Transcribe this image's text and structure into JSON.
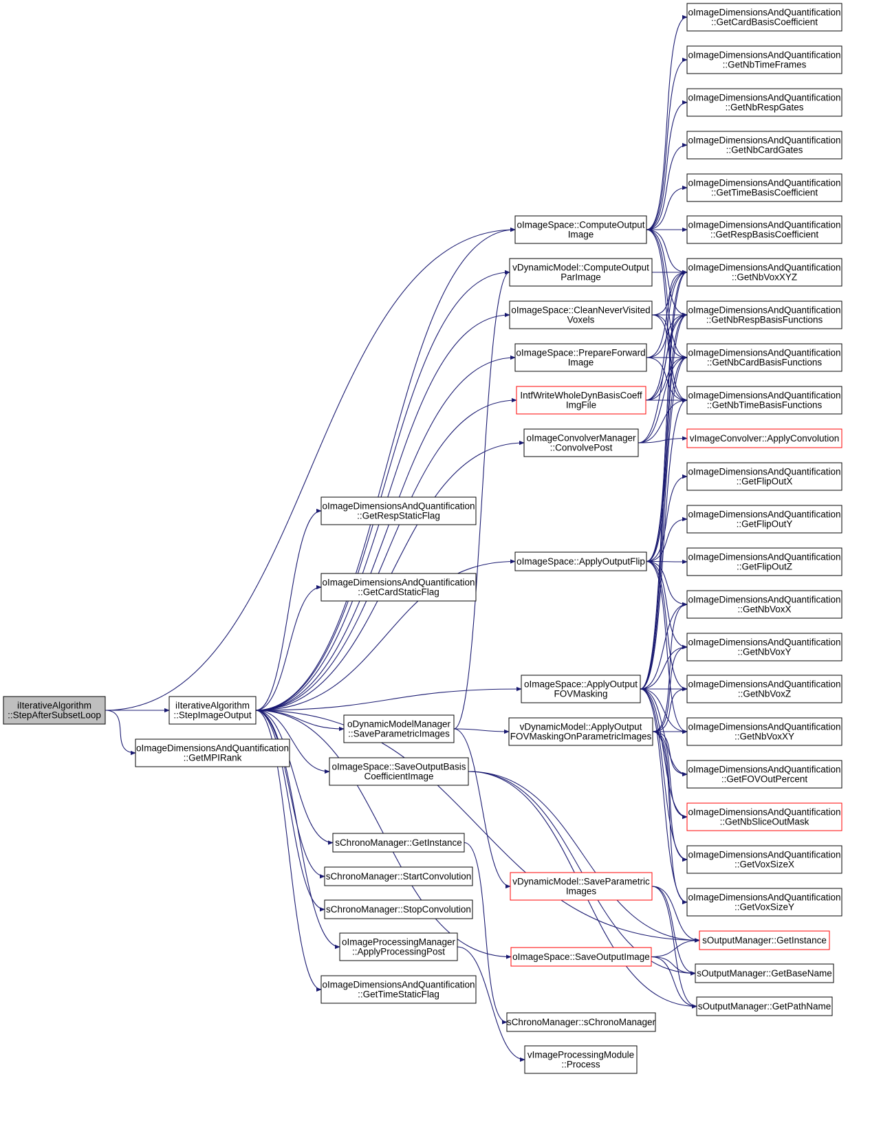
{
  "colors": {
    "edge": "#191970",
    "node_border": "#000000",
    "node_border_truncated": "#ff0000",
    "root_fill": "#bfbfbf",
    "node_fill": "#ffffff"
  },
  "nodes": [
    {
      "id": "root",
      "lines": [
        "iIterativeAlgorithm",
        "::StepAfterSubsetLoop"
      ],
      "kind": "root"
    },
    {
      "id": "stepimg",
      "lines": [
        "iIterativeAlgorithm",
        "::StepImageOutput"
      ],
      "kind": "normal"
    },
    {
      "id": "mpirank",
      "lines": [
        "oImageDimensionsAndQuantification",
        "::GetMPIRank"
      ],
      "kind": "normal"
    },
    {
      "id": "respstatic",
      "lines": [
        "oImageDimensionsAndQuantification",
        "::GetRespStaticFlag"
      ],
      "kind": "normal"
    },
    {
      "id": "cardstatic",
      "lines": [
        "oImageDimensionsAndQuantification",
        "::GetCardStaticFlag"
      ],
      "kind": "normal"
    },
    {
      "id": "dmm_save",
      "lines": [
        "oDynamicModelManager",
        "::SaveParametricImages"
      ],
      "kind": "normal"
    },
    {
      "id": "saveobc",
      "lines": [
        "oImageSpace::SaveOutputBasis",
        "CoefficientImage"
      ],
      "kind": "normal"
    },
    {
      "id": "chrono_inst",
      "lines": [
        "sChronoManager::GetInstance"
      ],
      "kind": "normal"
    },
    {
      "id": "chrono_start",
      "lines": [
        "sChronoManager::StartConvolution"
      ],
      "kind": "normal"
    },
    {
      "id": "chrono_stop",
      "lines": [
        "sChronoManager::StopConvolution"
      ],
      "kind": "normal"
    },
    {
      "id": "ipm_post",
      "lines": [
        "oImageProcessingManager",
        "::ApplyProcessingPost"
      ],
      "kind": "normal"
    },
    {
      "id": "timestatic",
      "lines": [
        "oImageDimensionsAndQuantification",
        "::GetTimeStaticFlag"
      ],
      "kind": "normal"
    },
    {
      "id": "compout",
      "lines": [
        "oImageSpace::ComputeOutput",
        "Image"
      ],
      "kind": "normal"
    },
    {
      "id": "vdm_comp",
      "lines": [
        "vDynamicModel::ComputeOutput",
        "ParImage"
      ],
      "kind": "normal"
    },
    {
      "id": "cleannv",
      "lines": [
        "oImageSpace::CleanNeverVisited",
        "Voxels"
      ],
      "kind": "normal"
    },
    {
      "id": "prepfwd",
      "lines": [
        "oImageSpace::PrepareForward",
        "Image"
      ],
      "kind": "normal"
    },
    {
      "id": "intfwrite",
      "lines": [
        "IntfWriteWholeDynBasisCoeff",
        "ImgFile"
      ],
      "kind": "truncated"
    },
    {
      "id": "convpost",
      "lines": [
        "oImageConvolverManager",
        "::ConvolvePost"
      ],
      "kind": "normal"
    },
    {
      "id": "flip",
      "lines": [
        "oImageSpace::ApplyOutputFlip"
      ],
      "kind": "normal"
    },
    {
      "id": "fovmask",
      "lines": [
        "oImageSpace::ApplyOutput",
        "FOVMasking"
      ],
      "kind": "normal"
    },
    {
      "id": "vdm_fov",
      "lines": [
        "vDynamicModel::ApplyOutput",
        "FOVMaskingOnParametricImages"
      ],
      "kind": "normal"
    },
    {
      "id": "vdm_save",
      "lines": [
        "vDynamicModel::SaveParametric",
        "Images"
      ],
      "kind": "truncated"
    },
    {
      "id": "saveout",
      "lines": [
        "oImageSpace::SaveOutputImage"
      ],
      "kind": "truncated"
    },
    {
      "id": "chrono_ctor",
      "lines": [
        "sChronoManager::sChronoManager"
      ],
      "kind": "normal"
    },
    {
      "id": "ipmod",
      "lines": [
        "vImageProcessingModule",
        "::Process"
      ],
      "kind": "normal"
    },
    {
      "id": "cardbasiscoef",
      "lines": [
        "oImageDimensionsAndQuantification",
        "::GetCardBasisCoefficient"
      ],
      "kind": "normal"
    },
    {
      "id": "nbtimeframes",
      "lines": [
        "oImageDimensionsAndQuantification",
        "::GetNbTimeFrames"
      ],
      "kind": "normal"
    },
    {
      "id": "nbrespgates",
      "lines": [
        "oImageDimensionsAndQuantification",
        "::GetNbRespGates"
      ],
      "kind": "normal"
    },
    {
      "id": "nbcardgates",
      "lines": [
        "oImageDimensionsAndQuantification",
        "::GetNbCardGates"
      ],
      "kind": "normal"
    },
    {
      "id": "timebasiscoef",
      "lines": [
        "oImageDimensionsAndQuantification",
        "::GetTimeBasisCoefficient"
      ],
      "kind": "normal"
    },
    {
      "id": "respbasiscoef",
      "lines": [
        "oImageDimensionsAndQuantification",
        "::GetRespBasisCoefficient"
      ],
      "kind": "normal"
    },
    {
      "id": "nbvoxxyz",
      "lines": [
        "oImageDimensionsAndQuantification",
        "::GetNbVoxXYZ"
      ],
      "kind": "normal"
    },
    {
      "id": "nbrespbf",
      "lines": [
        "oImageDimensionsAndQuantification",
        "::GetNbRespBasisFunctions"
      ],
      "kind": "normal"
    },
    {
      "id": "nbcardbf",
      "lines": [
        "oImageDimensionsAndQuantification",
        "::GetNbCardBasisFunctions"
      ],
      "kind": "normal"
    },
    {
      "id": "nbtimebf",
      "lines": [
        "oImageDimensionsAndQuantification",
        "::GetNbTimeBasisFunctions"
      ],
      "kind": "normal"
    },
    {
      "id": "applyconv",
      "lines": [
        "vImageConvolver::ApplyConvolution"
      ],
      "kind": "truncated"
    },
    {
      "id": "flipx",
      "lines": [
        "oImageDimensionsAndQuantification",
        "::GetFlipOutX"
      ],
      "kind": "normal"
    },
    {
      "id": "flipy",
      "lines": [
        "oImageDimensionsAndQuantification",
        "::GetFlipOutY"
      ],
      "kind": "normal"
    },
    {
      "id": "flipz",
      "lines": [
        "oImageDimensionsAndQuantification",
        "::GetFlipOutZ"
      ],
      "kind": "normal"
    },
    {
      "id": "nbvoxx",
      "lines": [
        "oImageDimensionsAndQuantification",
        "::GetNbVoxX"
      ],
      "kind": "normal"
    },
    {
      "id": "nbvoxy",
      "lines": [
        "oImageDimensionsAndQuantification",
        "::GetNbVoxY"
      ],
      "kind": "normal"
    },
    {
      "id": "nbvoxz",
      "lines": [
        "oImageDimensionsAndQuantification",
        "::GetNbVoxZ"
      ],
      "kind": "normal"
    },
    {
      "id": "nbvoxxy",
      "lines": [
        "oImageDimensionsAndQuantification",
        "::GetNbVoxXY"
      ],
      "kind": "normal"
    },
    {
      "id": "fovoutpct",
      "lines": [
        "oImageDimensionsAndQuantification",
        "::GetFOVOutPercent"
      ],
      "kind": "normal"
    },
    {
      "id": "nbsliceout",
      "lines": [
        "oImageDimensionsAndQuantification",
        "::GetNbSliceOutMask"
      ],
      "kind": "truncated"
    },
    {
      "id": "voxsizex",
      "lines": [
        "oImageDimensionsAndQuantification",
        "::GetVoxSizeX"
      ],
      "kind": "normal"
    },
    {
      "id": "voxsizey",
      "lines": [
        "oImageDimensionsAndQuantification",
        "::GetVoxSizeY"
      ],
      "kind": "normal"
    },
    {
      "id": "outmgr_inst",
      "lines": [
        "sOutputManager::GetInstance"
      ],
      "kind": "truncated"
    },
    {
      "id": "basename",
      "lines": [
        "sOutputManager::GetBaseName"
      ],
      "kind": "normal"
    },
    {
      "id": "pathname",
      "lines": [
        "sOutputManager::GetPathName"
      ],
      "kind": "normal"
    }
  ],
  "edges": [
    [
      "root",
      "stepimg"
    ],
    [
      "root",
      "compout"
    ],
    [
      "root",
      "mpirank"
    ],
    [
      "stepimg",
      "respstatic"
    ],
    [
      "stepimg",
      "cardstatic"
    ],
    [
      "stepimg",
      "compout"
    ],
    [
      "stepimg",
      "vdm_comp"
    ],
    [
      "stepimg",
      "cleannv"
    ],
    [
      "stepimg",
      "prepfwd"
    ],
    [
      "stepimg",
      "intfwrite"
    ],
    [
      "stepimg",
      "convpost"
    ],
    [
      "stepimg",
      "flip"
    ],
    [
      "stepimg",
      "fovmask"
    ],
    [
      "stepimg",
      "dmm_save"
    ],
    [
      "stepimg",
      "saveobc"
    ],
    [
      "stepimg",
      "chrono_inst"
    ],
    [
      "stepimg",
      "chrono_start"
    ],
    [
      "stepimg",
      "chrono_stop"
    ],
    [
      "stepimg",
      "ipm_post"
    ],
    [
      "stepimg",
      "timestatic"
    ],
    [
      "stepimg",
      "saveout"
    ],
    [
      "stepimg",
      "outmgr_inst"
    ],
    [
      "dmm_save",
      "vdm_comp"
    ],
    [
      "dmm_save",
      "vdm_fov"
    ],
    [
      "dmm_save",
      "vdm_save"
    ],
    [
      "saveobc",
      "outmgr_inst"
    ],
    [
      "saveobc",
      "basename"
    ],
    [
      "saveobc",
      "pathname"
    ],
    [
      "chrono_inst",
      "chrono_ctor"
    ],
    [
      "ipm_post",
      "ipmod"
    ],
    [
      "compout",
      "cardbasiscoef"
    ],
    [
      "compout",
      "nbtimeframes"
    ],
    [
      "compout",
      "nbrespgates"
    ],
    [
      "compout",
      "nbcardgates"
    ],
    [
      "compout",
      "timebasiscoef"
    ],
    [
      "compout",
      "respbasiscoef"
    ],
    [
      "compout",
      "nbvoxxyz"
    ],
    [
      "compout",
      "nbrespbf"
    ],
    [
      "compout",
      "nbcardbf"
    ],
    [
      "compout",
      "nbtimebf"
    ],
    [
      "vdm_comp",
      "nbvoxxyz"
    ],
    [
      "cleannv",
      "nbvoxxyz"
    ],
    [
      "cleannv",
      "nbrespbf"
    ],
    [
      "cleannv",
      "nbcardbf"
    ],
    [
      "cleannv",
      "nbtimebf"
    ],
    [
      "prepfwd",
      "nbvoxxyz"
    ],
    [
      "prepfwd",
      "nbrespbf"
    ],
    [
      "prepfwd",
      "nbcardbf"
    ],
    [
      "prepfwd",
      "nbtimebf"
    ],
    [
      "intfwrite",
      "nbvoxxyz"
    ],
    [
      "intfwrite",
      "nbrespbf"
    ],
    [
      "intfwrite",
      "nbcardbf"
    ],
    [
      "intfwrite",
      "nbtimebf"
    ],
    [
      "convpost",
      "nbrespbf"
    ],
    [
      "convpost",
      "nbcardbf"
    ],
    [
      "convpost",
      "nbtimebf"
    ],
    [
      "convpost",
      "applyconv"
    ],
    [
      "flip",
      "nbvoxxyz"
    ],
    [
      "flip",
      "nbrespbf"
    ],
    [
      "flip",
      "nbcardbf"
    ],
    [
      "flip",
      "flipx"
    ],
    [
      "flip",
      "flipy"
    ],
    [
      "flip",
      "flipz"
    ],
    [
      "flip",
      "nbvoxx"
    ],
    [
      "flip",
      "nbvoxy"
    ],
    [
      "flip",
      "nbvoxz"
    ],
    [
      "flip",
      "nbvoxxy"
    ],
    [
      "fovmask",
      "nbvoxxyz"
    ],
    [
      "fovmask",
      "nbrespbf"
    ],
    [
      "fovmask",
      "nbcardbf"
    ],
    [
      "fovmask",
      "nbtimebf"
    ],
    [
      "fovmask",
      "nbvoxx"
    ],
    [
      "fovmask",
      "nbvoxy"
    ],
    [
      "fovmask",
      "nbvoxz"
    ],
    [
      "fovmask",
      "nbvoxxy"
    ],
    [
      "fovmask",
      "fovoutpct"
    ],
    [
      "fovmask",
      "nbsliceout"
    ],
    [
      "fovmask",
      "voxsizex"
    ],
    [
      "fovmask",
      "voxsizey"
    ],
    [
      "vdm_fov",
      "nbvoxx"
    ],
    [
      "vdm_fov",
      "nbvoxy"
    ],
    [
      "vdm_fov",
      "nbvoxz"
    ],
    [
      "vdm_fov",
      "nbvoxxy"
    ],
    [
      "vdm_fov",
      "fovoutpct"
    ],
    [
      "vdm_fov",
      "nbsliceout"
    ],
    [
      "vdm_fov",
      "voxsizex"
    ],
    [
      "vdm_fov",
      "voxsizey"
    ],
    [
      "vdm_save",
      "outmgr_inst"
    ],
    [
      "vdm_save",
      "basename"
    ],
    [
      "vdm_save",
      "pathname"
    ],
    [
      "saveout",
      "outmgr_inst"
    ],
    [
      "saveout",
      "basename"
    ],
    [
      "saveout",
      "pathname"
    ]
  ]
}
